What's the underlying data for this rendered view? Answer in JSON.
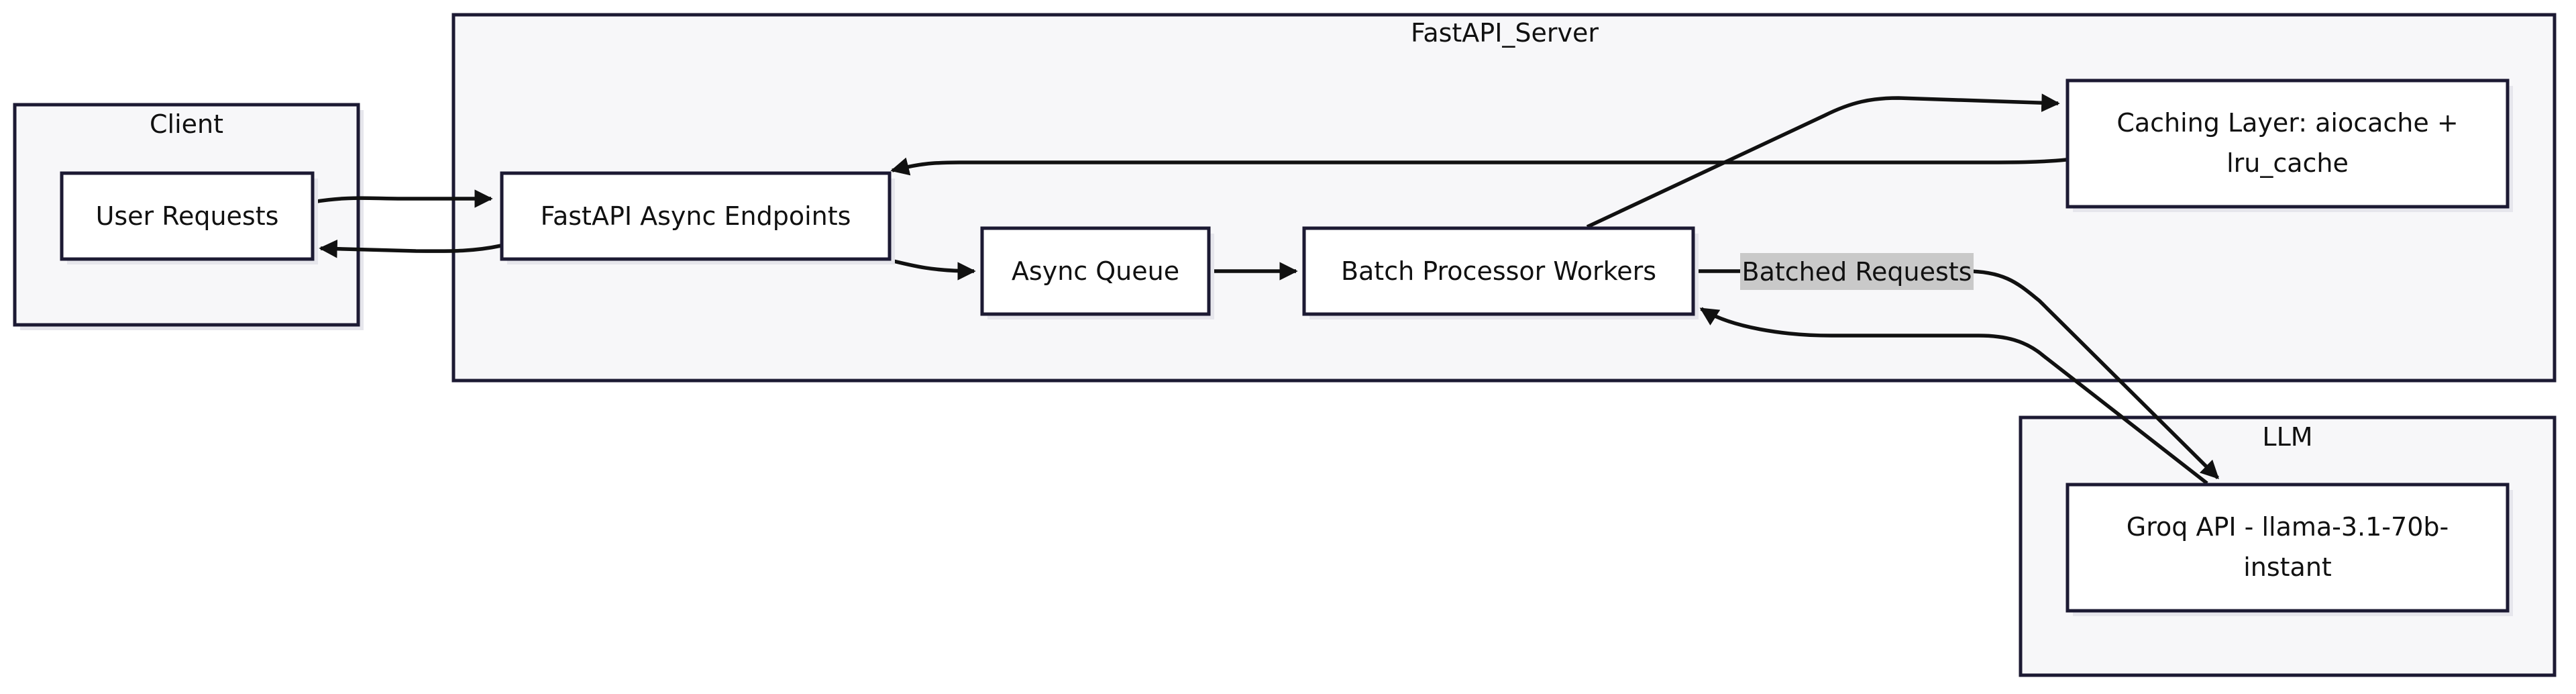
{
  "clusters": {
    "client": {
      "title": "Client"
    },
    "server": {
      "title": "FastAPI_Server"
    },
    "llm": {
      "title": "LLM"
    }
  },
  "nodes": {
    "user_requests": {
      "label": "User Requests"
    },
    "endpoints": {
      "label": "FastAPI Async Endpoints"
    },
    "async_queue": {
      "label": "Async Queue"
    },
    "batch_workers": {
      "label": "Batch Processor Workers"
    },
    "cache": {
      "line1": "Caching Layer: aiocache +",
      "line2": "lru_cache"
    },
    "groq": {
      "line1": "Groq API - llama-3.1-70b-",
      "line2": "instant"
    }
  },
  "edges": {
    "batched_label": "Batched Requests"
  }
}
